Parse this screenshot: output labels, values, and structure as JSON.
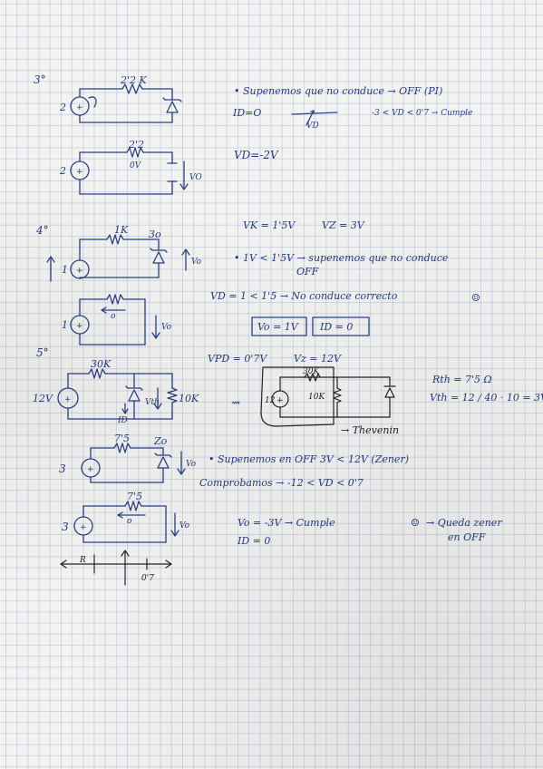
{
  "page": {
    "paper": "graph-paper",
    "ink": "#2b3f86",
    "pencil": "#222222"
  },
  "ex3": {
    "num": "3°",
    "src1": "2",
    "res1": "2'2 K",
    "note1": "• Supenemos que no conduce → OFF (PI)",
    "io": "ID=O",
    "vd_label": "VD",
    "range": "-3 < VD < 0'7 → Cumple",
    "src2": "2",
    "res2": "2'2",
    "res2_v": "0V",
    "vo_label": "VO",
    "vd_result": "VD=-2V"
  },
  "ex4": {
    "num": "4°",
    "res1": "1K",
    "diode": "3o",
    "src1": "1",
    "vo_label": "Vo",
    "vk": "VK = 1'5V",
    "vz": "VZ = 3V",
    "note1": "• 1V < 1'5V → supenemos que no conduce",
    "off": "OFF",
    "vd_eq": "VD = 1 < 1'5 → No conduce correcto",
    "smile": "☺",
    "src2": "1",
    "res2_v": "o",
    "vo2": "Vo",
    "box1": "Vo = 1V",
    "box2": "ID = 0"
  },
  "ex5": {
    "num": "5°",
    "vpd": "VPD = 0'7V",
    "vz": "Vz = 12V",
    "res1": "30K",
    "src1": "12V",
    "io": "ID",
    "vth": "Vth",
    "rl": "10K",
    "arrow": "⇝",
    "th_res": "30K",
    "th_src": "12",
    "th_rl": "10K",
    "thevenin": "→ Thevenin",
    "rth": "Rth = 7'5 Ω",
    "vth_eq": "Vth = 12 / 40 · 10 = 3V",
    "res2": "7'5",
    "diode2": "Zo",
    "src2": "3",
    "vo2": "Vo",
    "note1": "• Supenemos en OFF 3V < 12V (Zener)",
    "check": "Comprobamos → -12 < VD < 0'7",
    "res3": "7'5",
    "res3_v": "o",
    "src3": "3",
    "vo3": "Vo",
    "vo_result": "Vo = -3V → Cumple",
    "smile": "☺",
    "concl1": "→ Queda zener",
    "concl2": "en OFF",
    "io_result": "ID = 0",
    "axis_r": "R",
    "axis_07": "0'7"
  }
}
